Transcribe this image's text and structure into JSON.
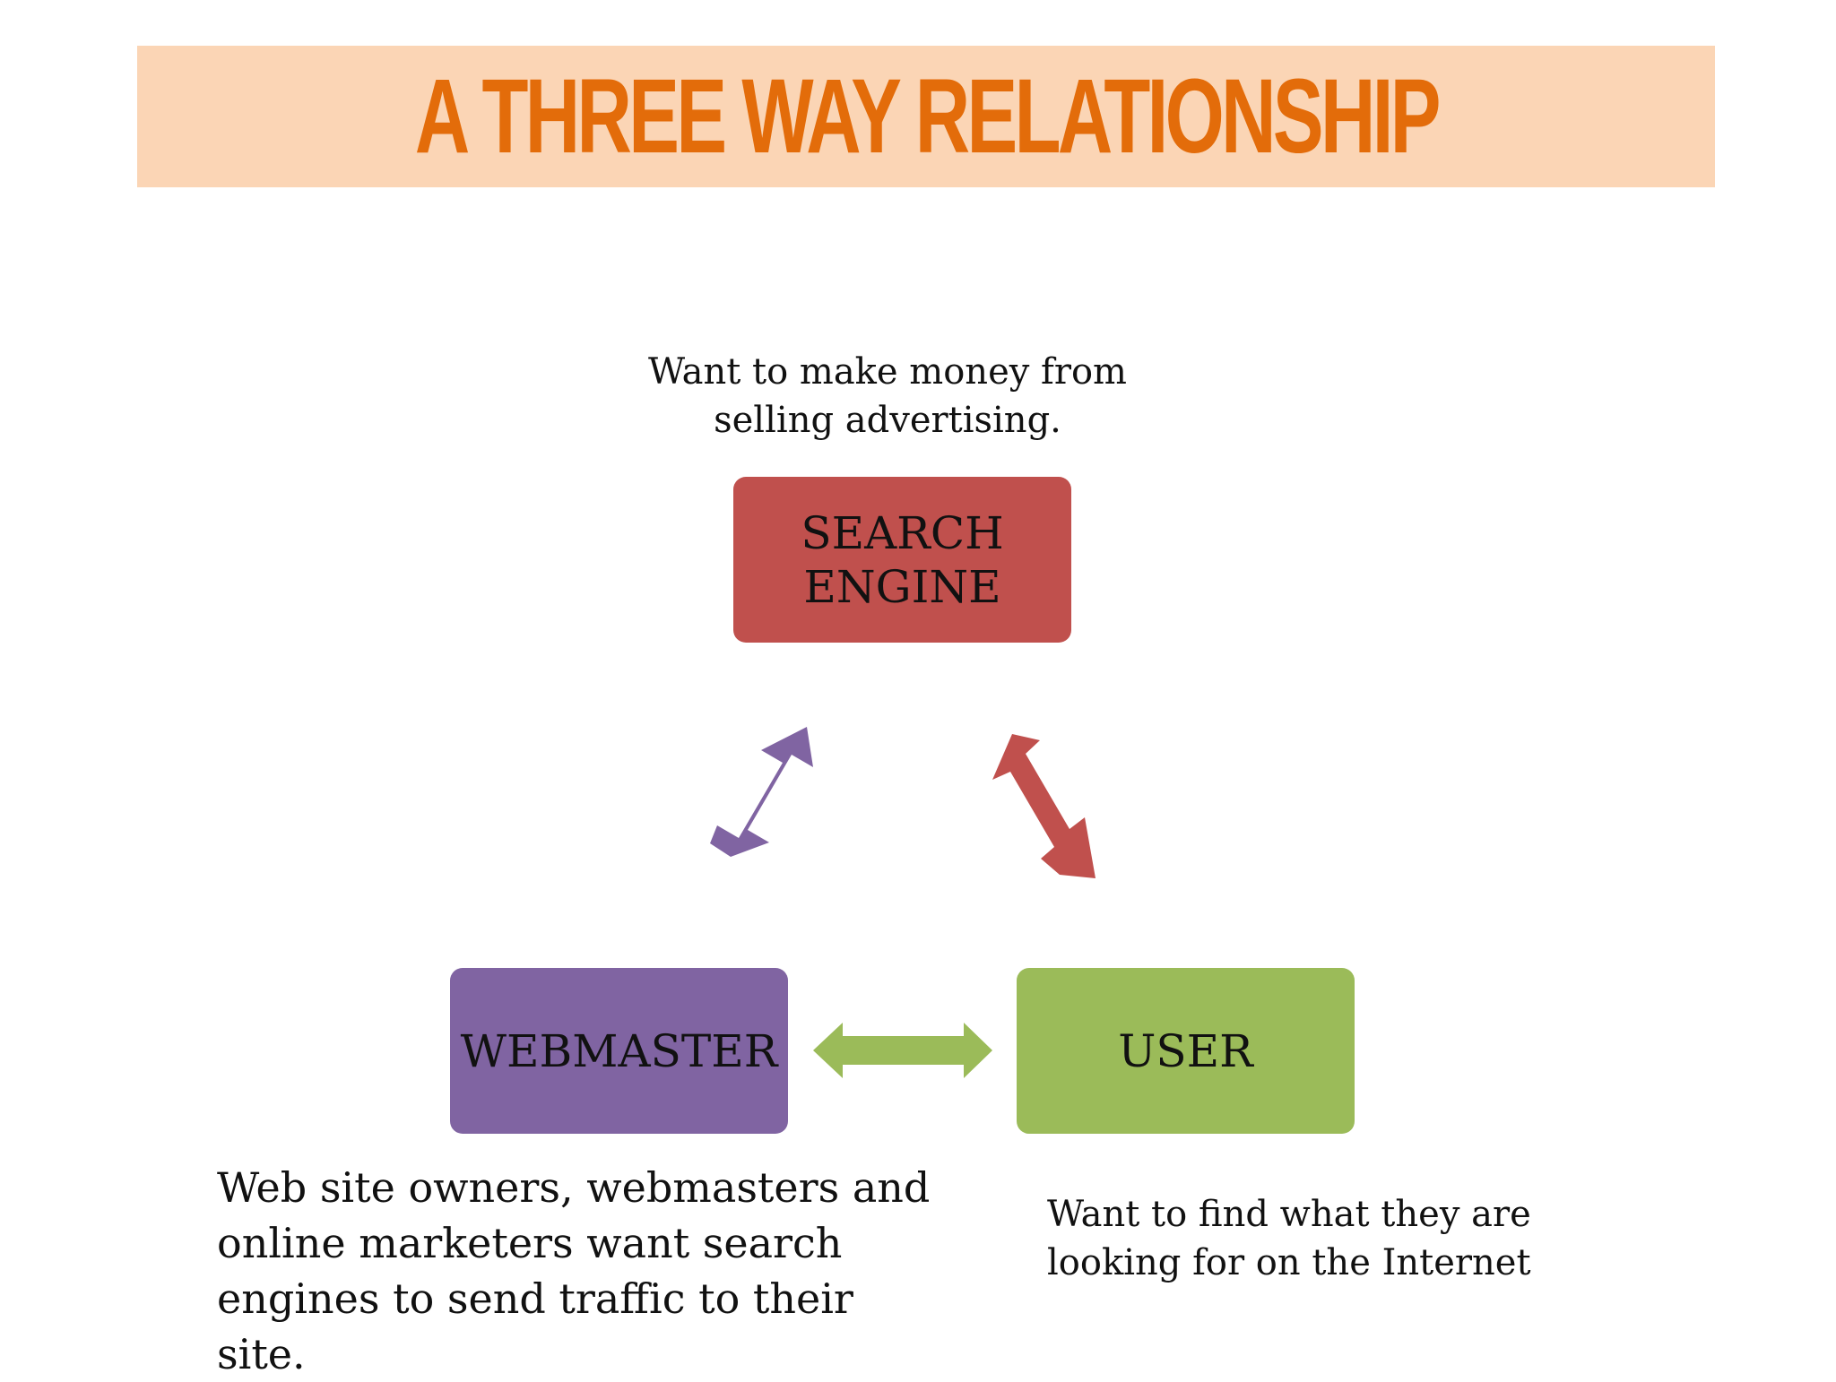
{
  "title": {
    "text": "A THREE WAY RELATIONSHIP",
    "text_color": "#E36C0A",
    "banner_color": "#FBD5B5"
  },
  "nodes": {
    "search_engine": {
      "label": "SEARCH\nENGINE",
      "color": "#C0504D",
      "note": "Want to make money from\nselling advertising."
    },
    "webmaster": {
      "label": "WEBMASTER",
      "color": "#8064A2",
      "note": "Web site owners, webmasters and\nonline marketers want search\nengines to send traffic to their site."
    },
    "user": {
      "label": "USER",
      "color": "#9BBB59",
      "note": "Want to find what they are\nlooking for on the Internet"
    }
  },
  "connectors": [
    {
      "name": "webmaster-search-arrow",
      "color": "#8064A2"
    },
    {
      "name": "search-user-arrow",
      "color": "#C0504D"
    },
    {
      "name": "webmaster-user-arrow",
      "color": "#9BBB59"
    }
  ]
}
